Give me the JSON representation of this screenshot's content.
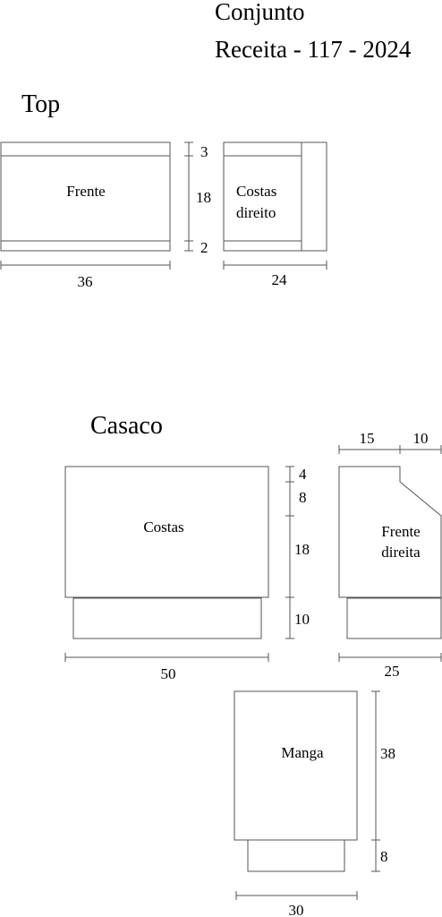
{
  "header": {
    "title": "Conjunto",
    "subtitle": "Receita - 117 - 2024"
  },
  "top": {
    "heading": "Top",
    "frente_label": "Frente",
    "costas_label_line1": "Costas",
    "costas_label_line2": "direito",
    "dim_top_band": "3",
    "dim_body": "18",
    "dim_bottom_band": "2",
    "dim_frente_width": "36",
    "dim_costas_width": "24"
  },
  "casaco": {
    "heading": "Casaco",
    "costas_label": "Costas",
    "frente_label_line1": "Frente",
    "frente_label_line2": "direita",
    "manga_label": "Manga",
    "dim_shoulder": "4",
    "dim_armhole": "8",
    "dim_body": "18",
    "dim_rib": "10",
    "dim_costas_width": "50",
    "dim_frente_part1": "15",
    "dim_frente_part2": "10",
    "dim_frente_width": "25",
    "dim_manga_length": "38",
    "dim_manga_cuff": "8",
    "dim_manga_width": "30"
  }
}
